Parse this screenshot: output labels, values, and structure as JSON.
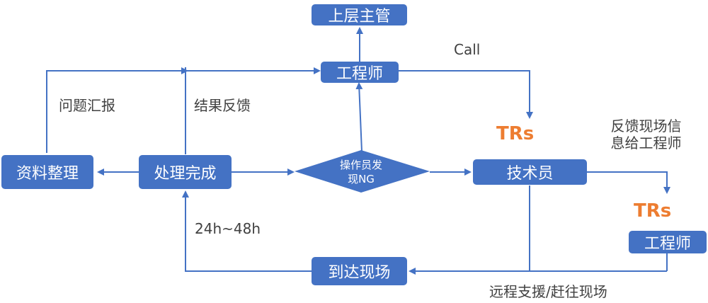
{
  "nodes": {
    "supervisor": "上层主管",
    "engineer_top": "工程师",
    "data_sorting": "资料整理",
    "processing_done": "处理完成",
    "operator_found_ng_line1": "操作员发",
    "operator_found_ng_line2": "现NG",
    "technician": "技术员",
    "engineer_right": "工程师",
    "arrive_site": "到达现场"
  },
  "labels": {
    "call": "Call",
    "problem_report": "问题汇报",
    "result_feedback": "结果反馈",
    "trs_top": "TRs",
    "trs_right": "TRs",
    "feedback_line1": "反馈现场信",
    "feedback_line2": "息给工程师",
    "time_window": "24h~48h",
    "remote_support": "远程支援/赶往现场"
  },
  "colors": {
    "box": "#4472c4",
    "trs": "#ed7d31",
    "text": "#404040"
  }
}
